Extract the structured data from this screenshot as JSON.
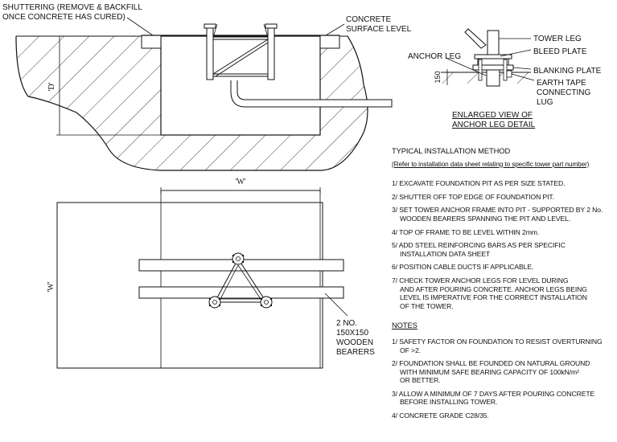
{
  "section_labels": {
    "shuttering_line1": "SHUTTERING (REMOVE & BACKFILL",
    "shuttering_line2": "ONCE CONCRETE HAS CURED)",
    "concrete_line1": "CONCRETE",
    "concrete_line2": "SURFACE LEVEL",
    "depth_dim": "'D'"
  },
  "plan_labels": {
    "width_dim_top": "'W'",
    "width_dim_side": "'W'",
    "bearers_line1": "2 NO.",
    "bearers_line2": "150X150",
    "bearers_line3": "WOODEN",
    "bearers_line4": "BEARERS"
  },
  "detail_labels": {
    "tower_leg": "TOWER LEG",
    "bleed_plate": "BLEED PLATE",
    "blanking_plate": "BLANKING PLATE",
    "earth_tape_line1": "EARTH TAPE",
    "earth_tape_line2": "CONNECTING",
    "earth_tape_line3": "LUG",
    "anchor_leg": "ANCHOR LEG",
    "dim_150": "150",
    "caption_line1": "ENLARGED VIEW OF",
    "caption_line2": "ANCHOR LEG DETAIL"
  },
  "method": {
    "heading": "TYPICAL INSTALLATION METHOD",
    "subheading": "(Refer to installation data sheet relating to specific tower part number)",
    "steps": [
      {
        "line1": "1/ EXCAVATE FOUNDATION PIT AS PER SIZE STATED.",
        "line2": "",
        "line3": ""
      },
      {
        "line1": "2/ SHUTTER OFF TOP EDGE OF FOUNDATION PIT.",
        "line2": "",
        "line3": ""
      },
      {
        "line1": "3/ SET TOWER ANCHOR FRAME INTO PIT - SUPPORTED BY 2 No.",
        "line2": "WOODEN BEARERS SPANNING THE PIT AND LEVEL.",
        "line3": ""
      },
      {
        "line1": "4/ TOP OF FRAME TO BE LEVEL WITHIN 2mm.",
        "line2": "",
        "line3": ""
      },
      {
        "line1": "5/ ADD STEEL REINFORCING BARS AS PER SPECIFIC",
        "line2": "INSTALLATION DATA SHEET",
        "line3": ""
      },
      {
        "line1": "6/ POSITION CABLE DUCTS IF APPLICABLE.",
        "line2": "",
        "line3": ""
      },
      {
        "line1": "7/ CHECK TOWER ANCHOR LEGS FOR LEVEL DURING",
        "line2": "AND AFTER POURING CONCRETE. ANCHOR LEGS BEING",
        "line3": "LEVEL IS IMPERATIVE FOR THE CORRECT INSTALLATION",
        "line4": "OF THE TOWER."
      }
    ]
  },
  "notes": {
    "heading": "NOTES",
    "items": [
      {
        "line1": "1/ SAFETY FACTOR ON FOUNDATION TO RESIST OVERTURNING",
        "line2": "OF >2."
      },
      {
        "line1": "2/ FOUNDATION SHALL BE FOUNDED ON NATURAL GROUND",
        "line2": "WITH MINIMUM SAFE BEARING CAPACITY OF 100kN/m²",
        "line3": "OR BETTER."
      },
      {
        "line1": "3/ ALLOW A MINIMUM OF 7 DAYS AFTER POURING CONCRETE",
        "line2": "BEFORE INSTALLING TOWER."
      },
      {
        "line1": "4/ CONCRETE GRADE C28/35.",
        "line2": ""
      }
    ]
  }
}
